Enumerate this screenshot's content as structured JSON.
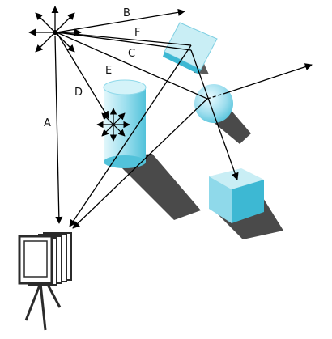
{
  "diagram": {
    "labels": {
      "ray_a": "A",
      "ray_b": "B",
      "ray_c": "C",
      "ray_d": "D",
      "ray_e": "E",
      "ray_f": "F"
    },
    "colors": {
      "line": "#000000",
      "shadow": "#4a4a4a",
      "object_light": "#c9eef5",
      "object_mid": "#8fd9ea",
      "object_dark": "#3db8d3",
      "frame": "#2b2b2b"
    }
  }
}
